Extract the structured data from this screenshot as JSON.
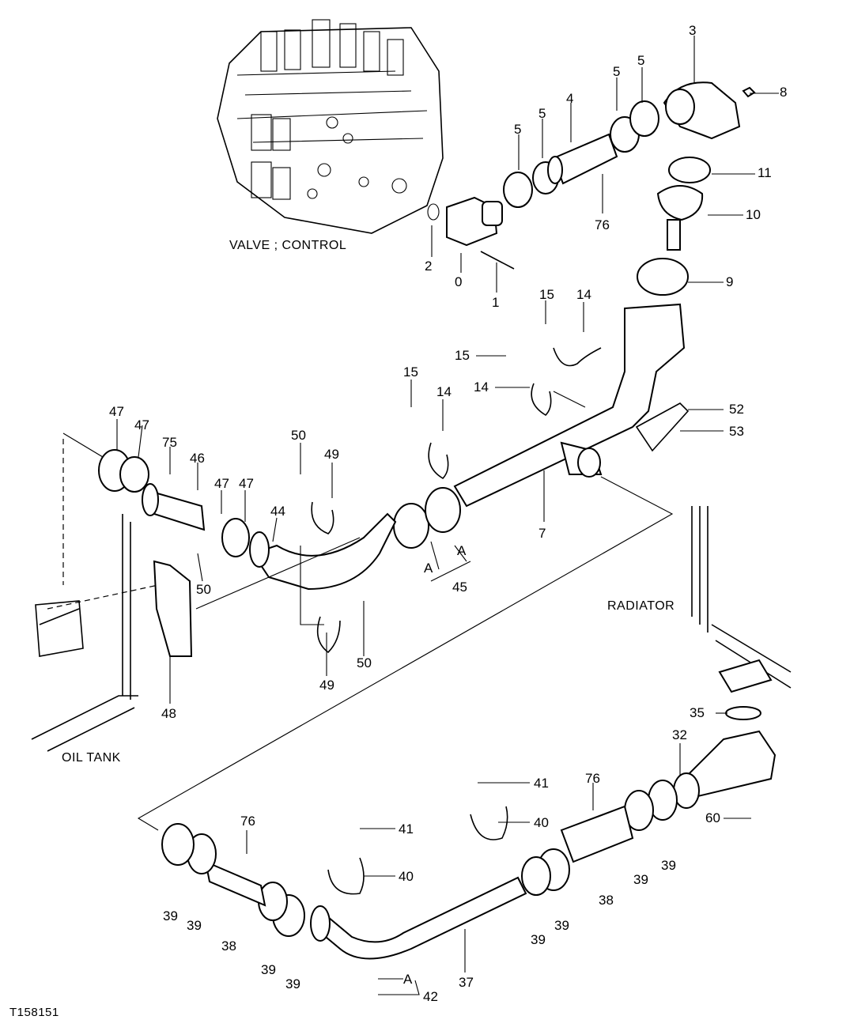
{
  "diagram_id": "T158151",
  "captions": {
    "valve": "VALVE ; CONTROL",
    "radiator": "RADIATOR",
    "oil_tank": "OIL TANK"
  },
  "callouts": [
    {
      "id": "c-3",
      "text": "3"
    },
    {
      "id": "c-8",
      "text": "8"
    },
    {
      "id": "c-5a",
      "text": "5"
    },
    {
      "id": "c-5b",
      "text": "5"
    },
    {
      "id": "c-4",
      "text": "4"
    },
    {
      "id": "c-5c",
      "text": "5"
    },
    {
      "id": "c-5d",
      "text": "5"
    },
    {
      "id": "c-11",
      "text": "11"
    },
    {
      "id": "c-10",
      "text": "10"
    },
    {
      "id": "c-76a",
      "text": "76"
    },
    {
      "id": "c-2",
      "text": "2"
    },
    {
      "id": "c-0",
      "text": "0"
    },
    {
      "id": "c-1",
      "text": "1"
    },
    {
      "id": "c-9",
      "text": "9"
    },
    {
      "id": "c-15a",
      "text": "15"
    },
    {
      "id": "c-14a",
      "text": "14"
    },
    {
      "id": "c-15b",
      "text": "15"
    },
    {
      "id": "c-14b",
      "text": "14"
    },
    {
      "id": "c-15c",
      "text": "15"
    },
    {
      "id": "c-14c",
      "text": "14"
    },
    {
      "id": "c-52",
      "text": "52"
    },
    {
      "id": "c-53",
      "text": "53"
    },
    {
      "id": "c-47a",
      "text": "47"
    },
    {
      "id": "c-47b",
      "text": "47"
    },
    {
      "id": "c-75",
      "text": "75"
    },
    {
      "id": "c-46",
      "text": "46"
    },
    {
      "id": "c-47c",
      "text": "47"
    },
    {
      "id": "c-47d",
      "text": "47"
    },
    {
      "id": "c-44",
      "text": "44"
    },
    {
      "id": "c-50a",
      "text": "50"
    },
    {
      "id": "c-49a",
      "text": "49"
    },
    {
      "id": "c-7",
      "text": "7"
    },
    {
      "id": "c-Aa",
      "text": "A"
    },
    {
      "id": "c-Ab",
      "text": "A"
    },
    {
      "id": "c-45",
      "text": "45"
    },
    {
      "id": "c-50b",
      "text": "50"
    },
    {
      "id": "c-48",
      "text": "48"
    },
    {
      "id": "c-49b",
      "text": "49"
    },
    {
      "id": "c-50c",
      "text": "50"
    },
    {
      "id": "c-35",
      "text": "35"
    },
    {
      "id": "c-32",
      "text": "32"
    },
    {
      "id": "c-41a",
      "text": "41"
    },
    {
      "id": "c-76b",
      "text": "76"
    },
    {
      "id": "c-40a",
      "text": "40"
    },
    {
      "id": "c-60",
      "text": "60"
    },
    {
      "id": "c-76c",
      "text": "76"
    },
    {
      "id": "c-41b",
      "text": "41"
    },
    {
      "id": "c-40b",
      "text": "40"
    },
    {
      "id": "c-39a",
      "text": "39"
    },
    {
      "id": "c-39b",
      "text": "39"
    },
    {
      "id": "c-38a",
      "text": "38"
    },
    {
      "id": "c-39c",
      "text": "39"
    },
    {
      "id": "c-39d",
      "text": "39"
    },
    {
      "id": "c-37",
      "text": "37"
    },
    {
      "id": "c-39e",
      "text": "39"
    },
    {
      "id": "c-39f",
      "text": "39"
    },
    {
      "id": "c-38b",
      "text": "38"
    },
    {
      "id": "c-39g",
      "text": "39"
    },
    {
      "id": "c-39h",
      "text": "39"
    },
    {
      "id": "c-Ac",
      "text": "A"
    },
    {
      "id": "c-42",
      "text": "42"
    }
  ]
}
